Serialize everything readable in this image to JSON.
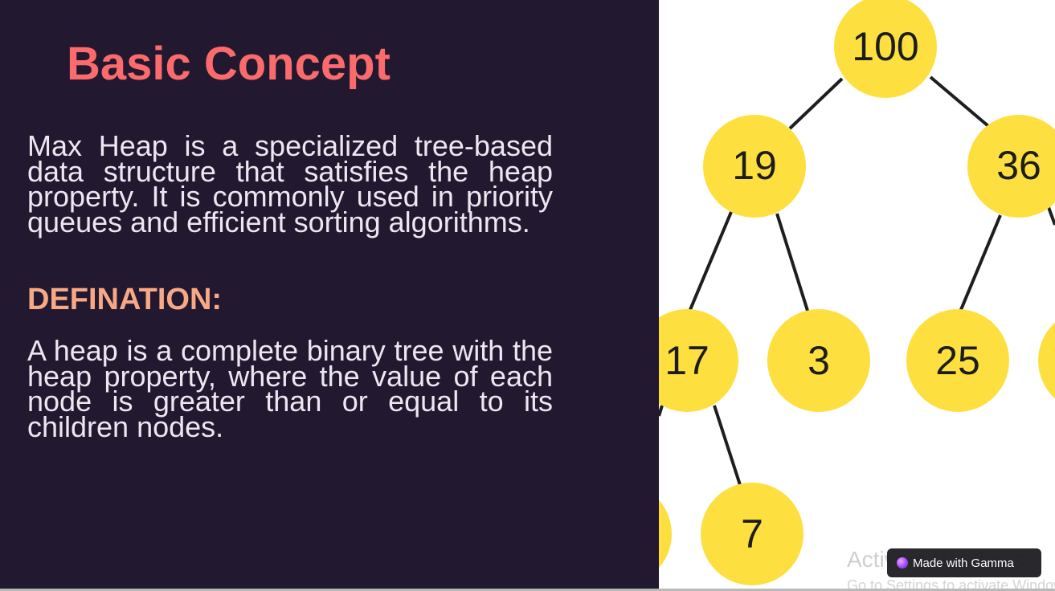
{
  "slide": {
    "title": "Basic Concept",
    "intro_text": "Max Heap is a specialized tree-based data structure that satisfies the heap property. It is commonly used in priority queues and efficient sorting algorithms.",
    "definition_heading": "DEFINATION:",
    "definition_text": "A heap is a complete binary tree with the heap property, where the value of each node is greater than or equal to its children nodes."
  },
  "tree": {
    "nodes": [
      {
        "label": "100"
      },
      {
        "label": "19"
      },
      {
        "label": "36"
      },
      {
        "label": "17"
      },
      {
        "label": "3"
      },
      {
        "label": "25"
      },
      {
        "label": "7"
      }
    ],
    "node_color": "#fde03f",
    "edge_color": "#1e1e1e"
  },
  "overlay": {
    "watermark_title": "Activate Windows",
    "watermark_subtitle": "Go to Settings to activate Windows.",
    "badge_label": "Made with Gamma"
  },
  "colors": {
    "background": "#221830",
    "title": "#fb6b6b",
    "heading": "#f7a884",
    "body_text": "#ece7f1"
  }
}
